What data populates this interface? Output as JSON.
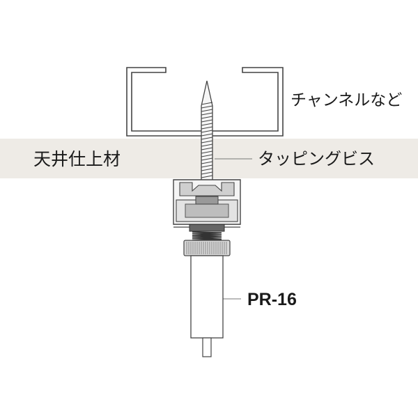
{
  "labels": {
    "channel": "チャンネルなど",
    "ceiling_material": "天井仕上材",
    "tapping_screw": "タッピングビス",
    "model": "PR-16"
  },
  "icons": [
    "channel-bracket-icon",
    "tapping-screw-icon",
    "rail-clamp-icon",
    "spring-icon",
    "knurled-nut-icon",
    "pipe-icon",
    "rod-icon"
  ],
  "colors": {
    "ceiling_band": "#eeebe6",
    "line": "#444444",
    "metal_light": "#f2f2f2",
    "metal_mid": "#cfcfcf",
    "metal_dark": "#555555"
  }
}
